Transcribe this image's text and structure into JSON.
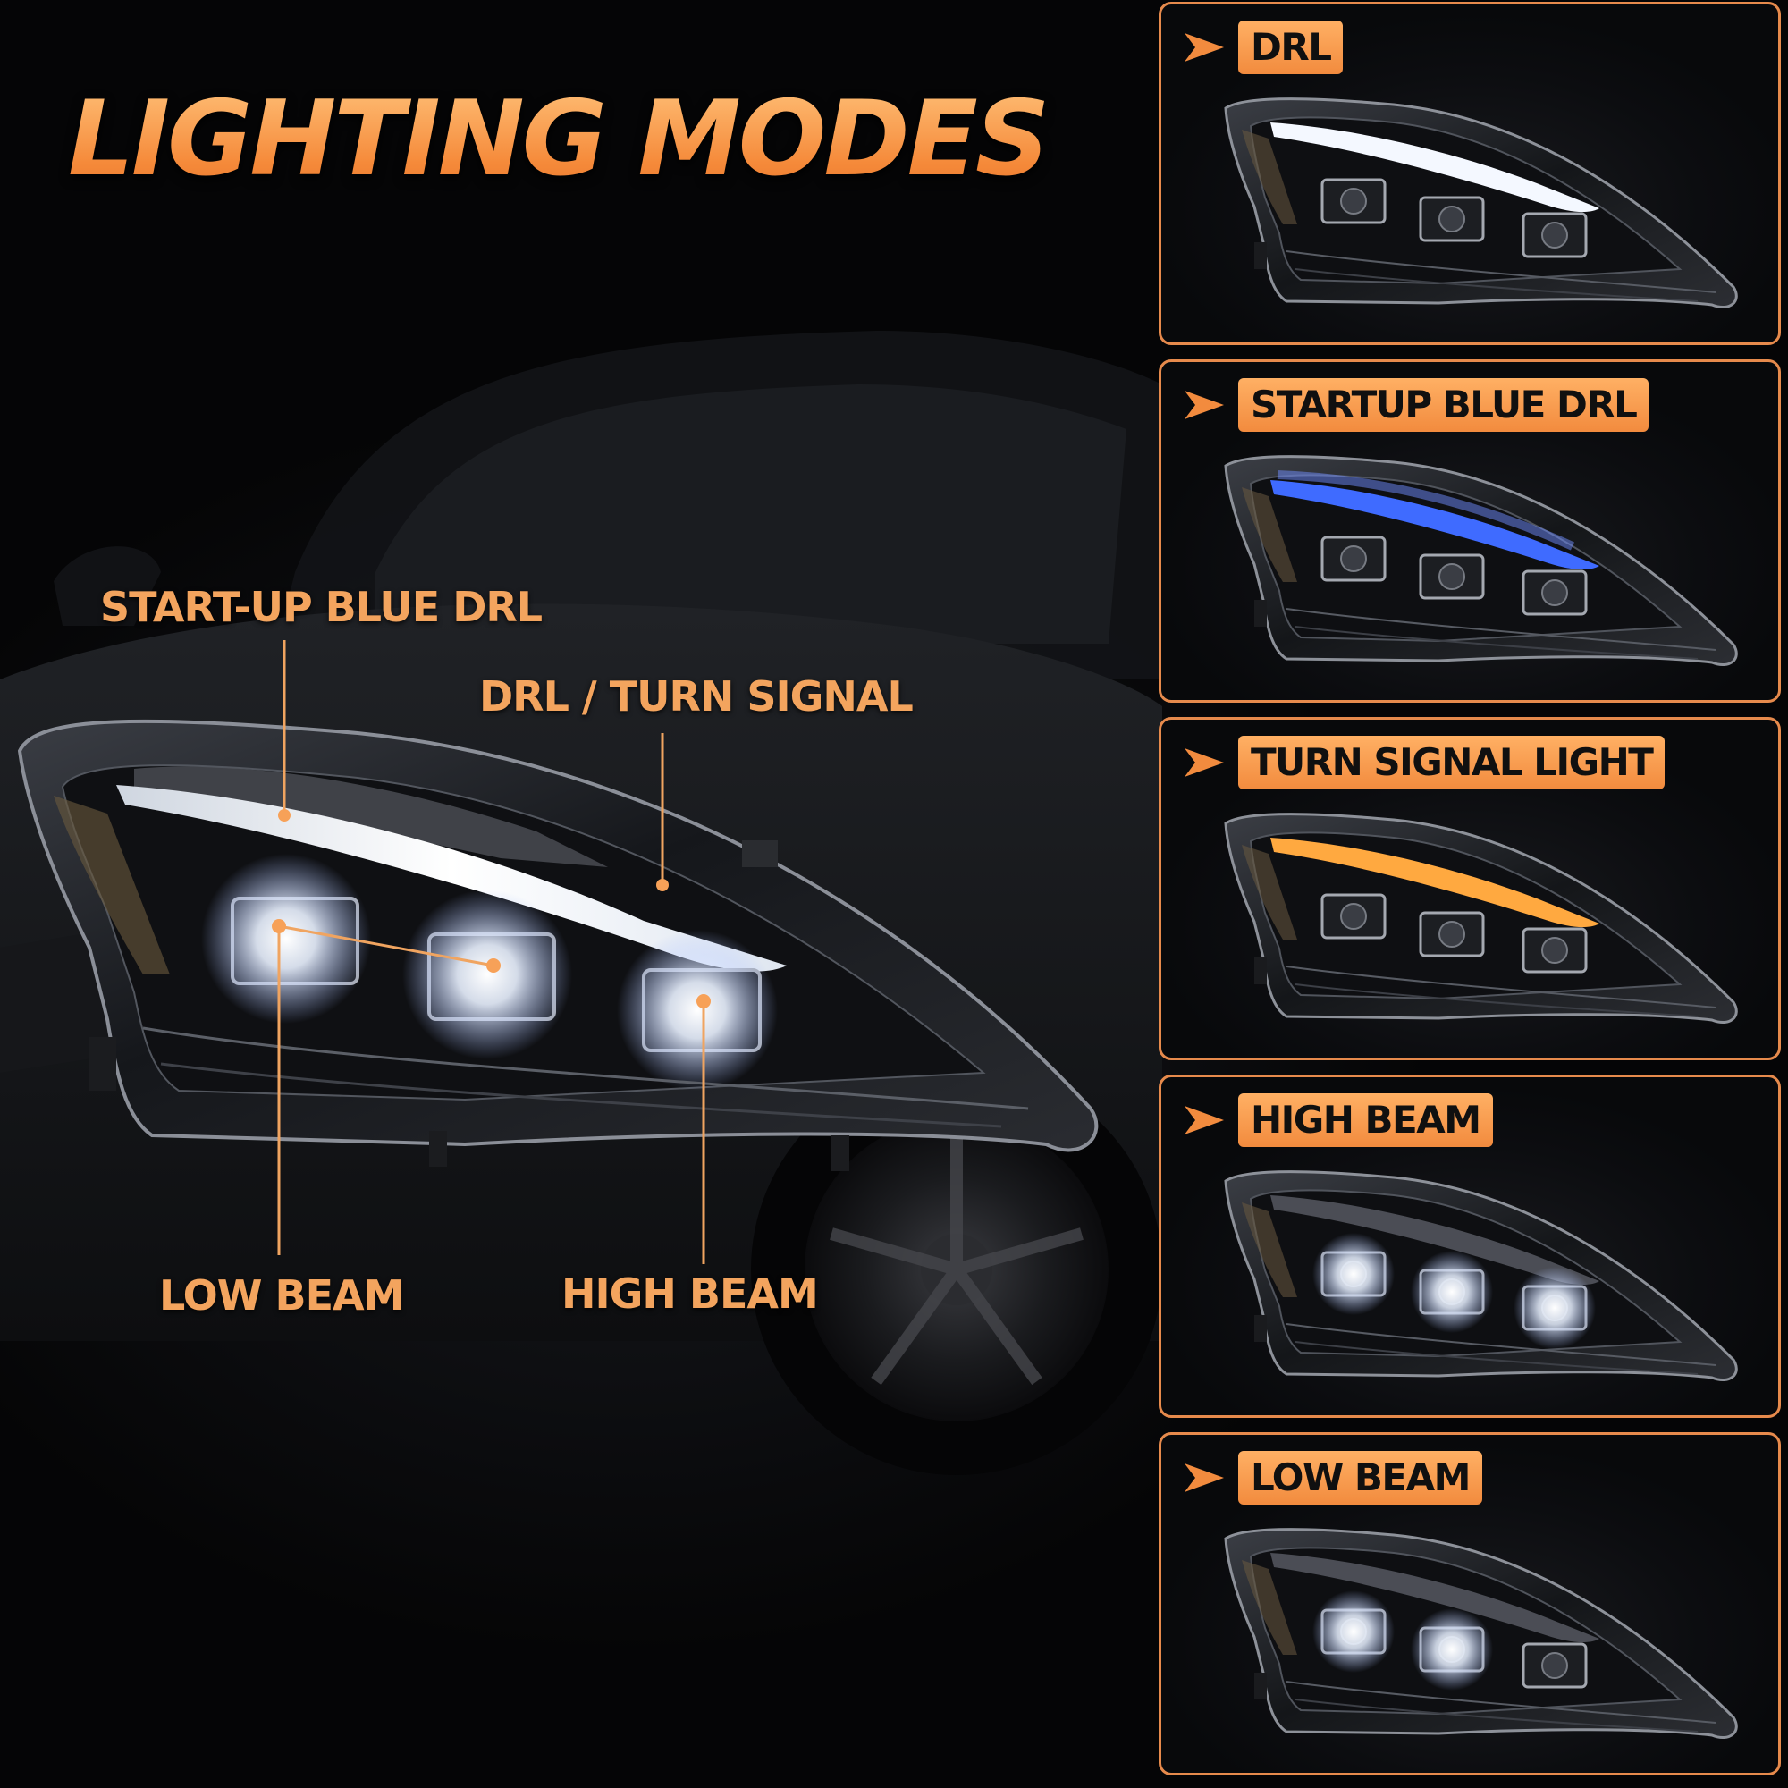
{
  "page": {
    "title": "LIGHTING MODES"
  },
  "callouts": {
    "startup_blue_drl": "START-UP BLUE DRL",
    "drl_turn_signal": "DRL / TURN SIGNAL",
    "low_beam": "LOW BEAM",
    "high_beam": "HIGH BEAM"
  },
  "modes": [
    {
      "label": "DRL",
      "state": "drl"
    },
    {
      "label": "STARTUP BLUE DRL",
      "state": "blue-drl"
    },
    {
      "label": "TURN SIGNAL LIGHT",
      "state": "turn-signal"
    },
    {
      "label": "HIGH BEAM",
      "state": "high-beam"
    },
    {
      "label": "LOW BEAM",
      "state": "low-beam"
    }
  ],
  "colors": {
    "accent": "#f28b3e",
    "accent_light": "#ffb064",
    "panel_border": "#e68a4c",
    "drl_white": "#f4f8ff",
    "drl_blue": "#3f6bff",
    "turn_amber": "#ffa940",
    "background": "#070708"
  },
  "icons": {
    "panel_arrow": "arrow-right-icon"
  }
}
